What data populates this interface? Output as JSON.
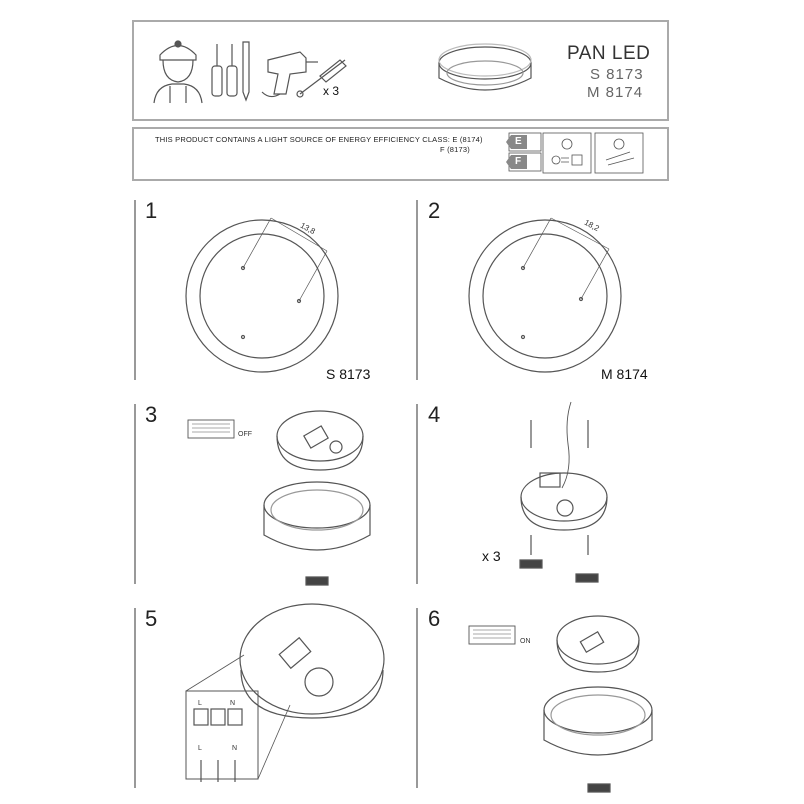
{
  "header": {
    "product_name": "PAN LED",
    "model_small": "S 8173",
    "model_medium": "M 8174",
    "screw_count": "x 3"
  },
  "energy": {
    "statement": "THIS PRODUCT CONTAINS A LIGHT SOURCE OF ENERGY EFFICIENCY CLASS: E (8174)",
    "statement_line2": "F (8173)",
    "class_e": "E",
    "class_f": "F"
  },
  "steps": [
    {
      "number": "1",
      "model": "S 8173",
      "dimension": "13,8"
    },
    {
      "number": "2",
      "model": "M 8174",
      "dimension": "18,2"
    },
    {
      "number": "3",
      "switch_label": "OFF"
    },
    {
      "number": "4",
      "count": "x 3"
    },
    {
      "number": "5",
      "terminals": [
        "L",
        "N"
      ],
      "terminals_bottom": [
        "L",
        "N"
      ]
    },
    {
      "number": "6",
      "switch_label": "ON"
    }
  ],
  "colors": {
    "line": "#555555",
    "frame": "#aaaaaa",
    "energy_tag": "#888888"
  }
}
